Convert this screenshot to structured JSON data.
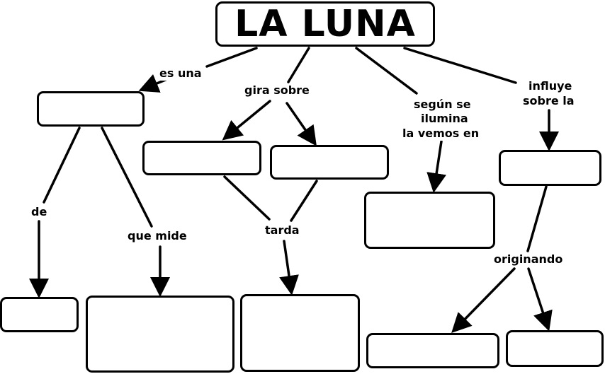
{
  "title": "LA LUNA",
  "labels": {
    "es_una": "es una",
    "gira_sobre": "gira sobre",
    "segun_line1": "según se",
    "segun_line2": "ilumina",
    "segun_line3": "la vemos en",
    "influye_line1": "influye",
    "influye_line2": "sobre la",
    "de": "de",
    "que_mide": "que mide",
    "tarda": "tarda",
    "originando": "originando"
  },
  "colors": {
    "line": "#000000",
    "box_fill": "#ffffff"
  }
}
